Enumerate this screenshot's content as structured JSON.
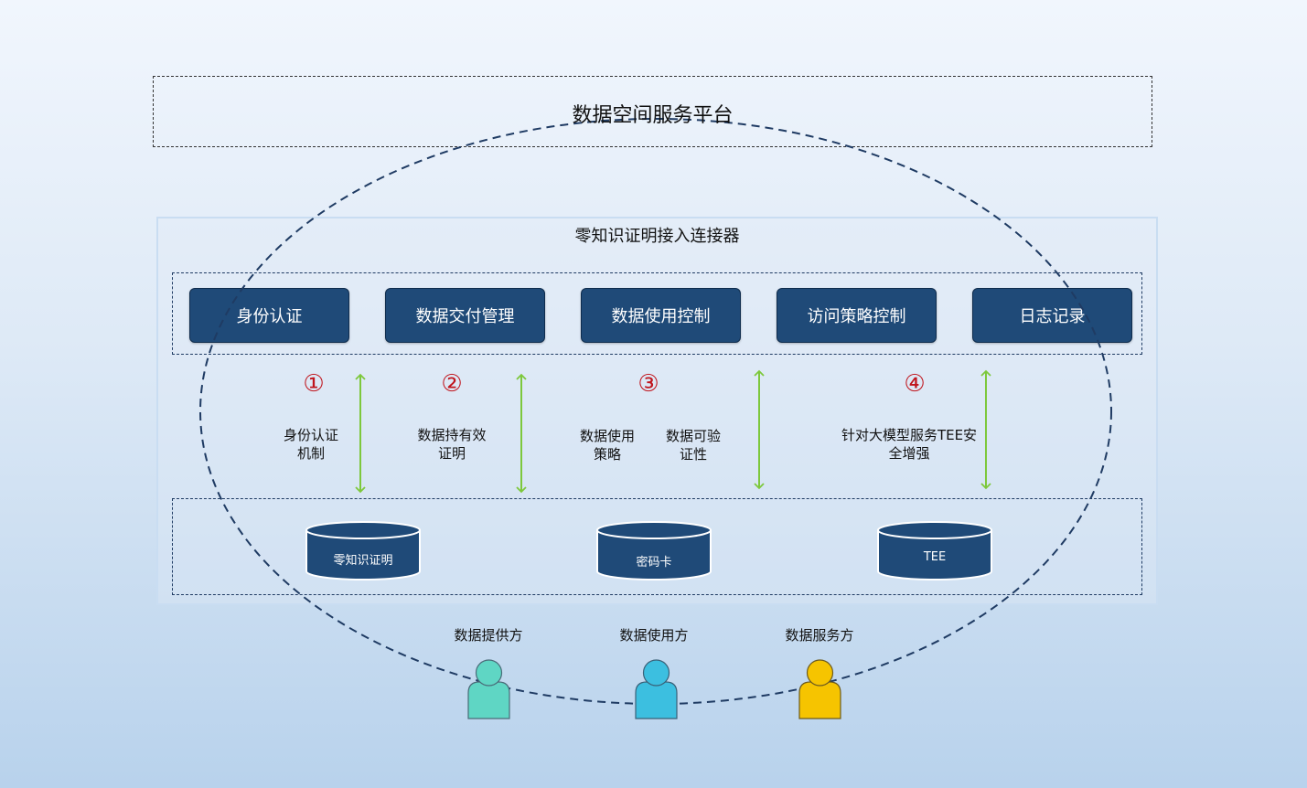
{
  "platform": {
    "title": "数据空间服务平台"
  },
  "connector": {
    "title": "零知识证明接入连接器"
  },
  "modules": [
    "身份认证",
    "数据交付管理",
    "数据使用控制",
    "访问策略控制",
    "日志记录"
  ],
  "steps": [
    {
      "num": "①",
      "caption_l1": "身份认证",
      "caption_l2": "机制"
    },
    {
      "num": "②",
      "caption_l1": "数据持有效",
      "caption_l2": "证明"
    },
    {
      "num": "③",
      "caption_a_l1": "数据使用",
      "caption_a_l2": "策略",
      "caption_b_l1": "数据可验",
      "caption_b_l2": "证性"
    },
    {
      "num": "④",
      "caption_l1": "针对大模型服务TEE安",
      "caption_l2": "全增强"
    }
  ],
  "storage": [
    "零知识证明",
    "密码卡",
    "TEE"
  ],
  "roles": [
    {
      "label": "数据提供方",
      "color": "#5fd6c4"
    },
    {
      "label": "数据使用方",
      "color": "#3cbfe0"
    },
    {
      "label": "数据服务方",
      "color": "#f6c400"
    }
  ],
  "colors": {
    "module": "#1f4a78",
    "arrow": "#7dc83c",
    "number": "#c0141c",
    "dash": "#1f3b63"
  }
}
